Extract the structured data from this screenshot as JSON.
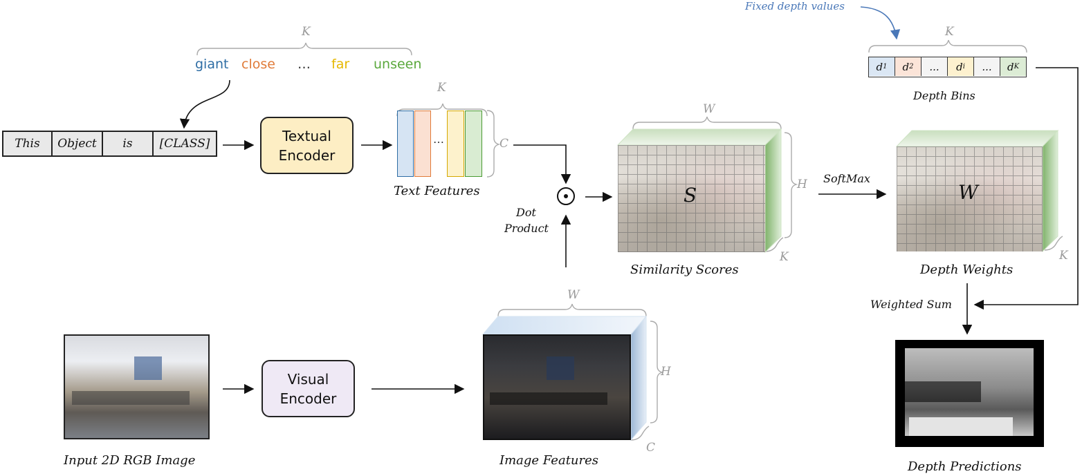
{
  "class_words": {
    "k_label": "K",
    "items": [
      {
        "text": "giant",
        "color": "#2e6da4"
      },
      {
        "text": "close",
        "color": "#e07b39"
      },
      {
        "text": "…",
        "color": "#333333"
      },
      {
        "text": "far",
        "color": "#e6b800"
      },
      {
        "text": "unseen",
        "color": "#5aa83c"
      }
    ]
  },
  "prompt_tokens": [
    "This",
    "Object",
    "is",
    "[CLASS]"
  ],
  "textual_encoder": {
    "line1": "Textual",
    "line2": "Encoder",
    "fill": "#fdeec4"
  },
  "visual_encoder": {
    "line1": "Visual",
    "line2": "Encoder",
    "fill": "#efe9f5"
  },
  "text_features": {
    "label": "Text Features",
    "k_label": "K",
    "c_label": "C",
    "ellipsis": "…",
    "bar_colors": [
      {
        "fill": "#d6e4f3",
        "stroke": "#2e6da4"
      },
      {
        "fill": "#fbe0d2",
        "stroke": "#e07b39"
      },
      {
        "fill": "#fdf2cc",
        "stroke": "#d4a800"
      },
      {
        "fill": "#d9ecd2",
        "stroke": "#4a9a32"
      }
    ]
  },
  "dot_product": {
    "line1": "Dot",
    "line2": "Product"
  },
  "similarity": {
    "label": "Similarity Scores",
    "symbol": "S",
    "w_label": "W",
    "h_label": "H",
    "k_label": "K"
  },
  "softmax": {
    "label": "SoftMax"
  },
  "depth_weights": {
    "label": "Depth Weights",
    "symbol": "W",
    "k_label": "K"
  },
  "depth_bins": {
    "label": "Depth Bins",
    "annotation": "Fixed depth values",
    "k_label": "K",
    "bins": [
      {
        "base": "d",
        "sub": "1",
        "fill": "#dbe7f4"
      },
      {
        "base": "d",
        "sub": "2",
        "fill": "#fbe4d8"
      },
      {
        "base": "...",
        "sub": "",
        "fill": "#f4f4f4"
      },
      {
        "base": "d",
        "sub": "i",
        "fill": "#fdf1cf"
      },
      {
        "base": "...",
        "sub": "",
        "fill": "#f4f4f4"
      },
      {
        "base": "d",
        "sub": "K",
        "fill": "#dcecd5"
      }
    ]
  },
  "weighted_sum": {
    "label": "Weighted Sum"
  },
  "depth_predictions": {
    "label": "Depth Predictions"
  },
  "input_image": {
    "label": "Input 2D RGB Image"
  },
  "image_features": {
    "label": "Image Features",
    "w_label": "W",
    "h_label": "H",
    "c_label": "C"
  }
}
